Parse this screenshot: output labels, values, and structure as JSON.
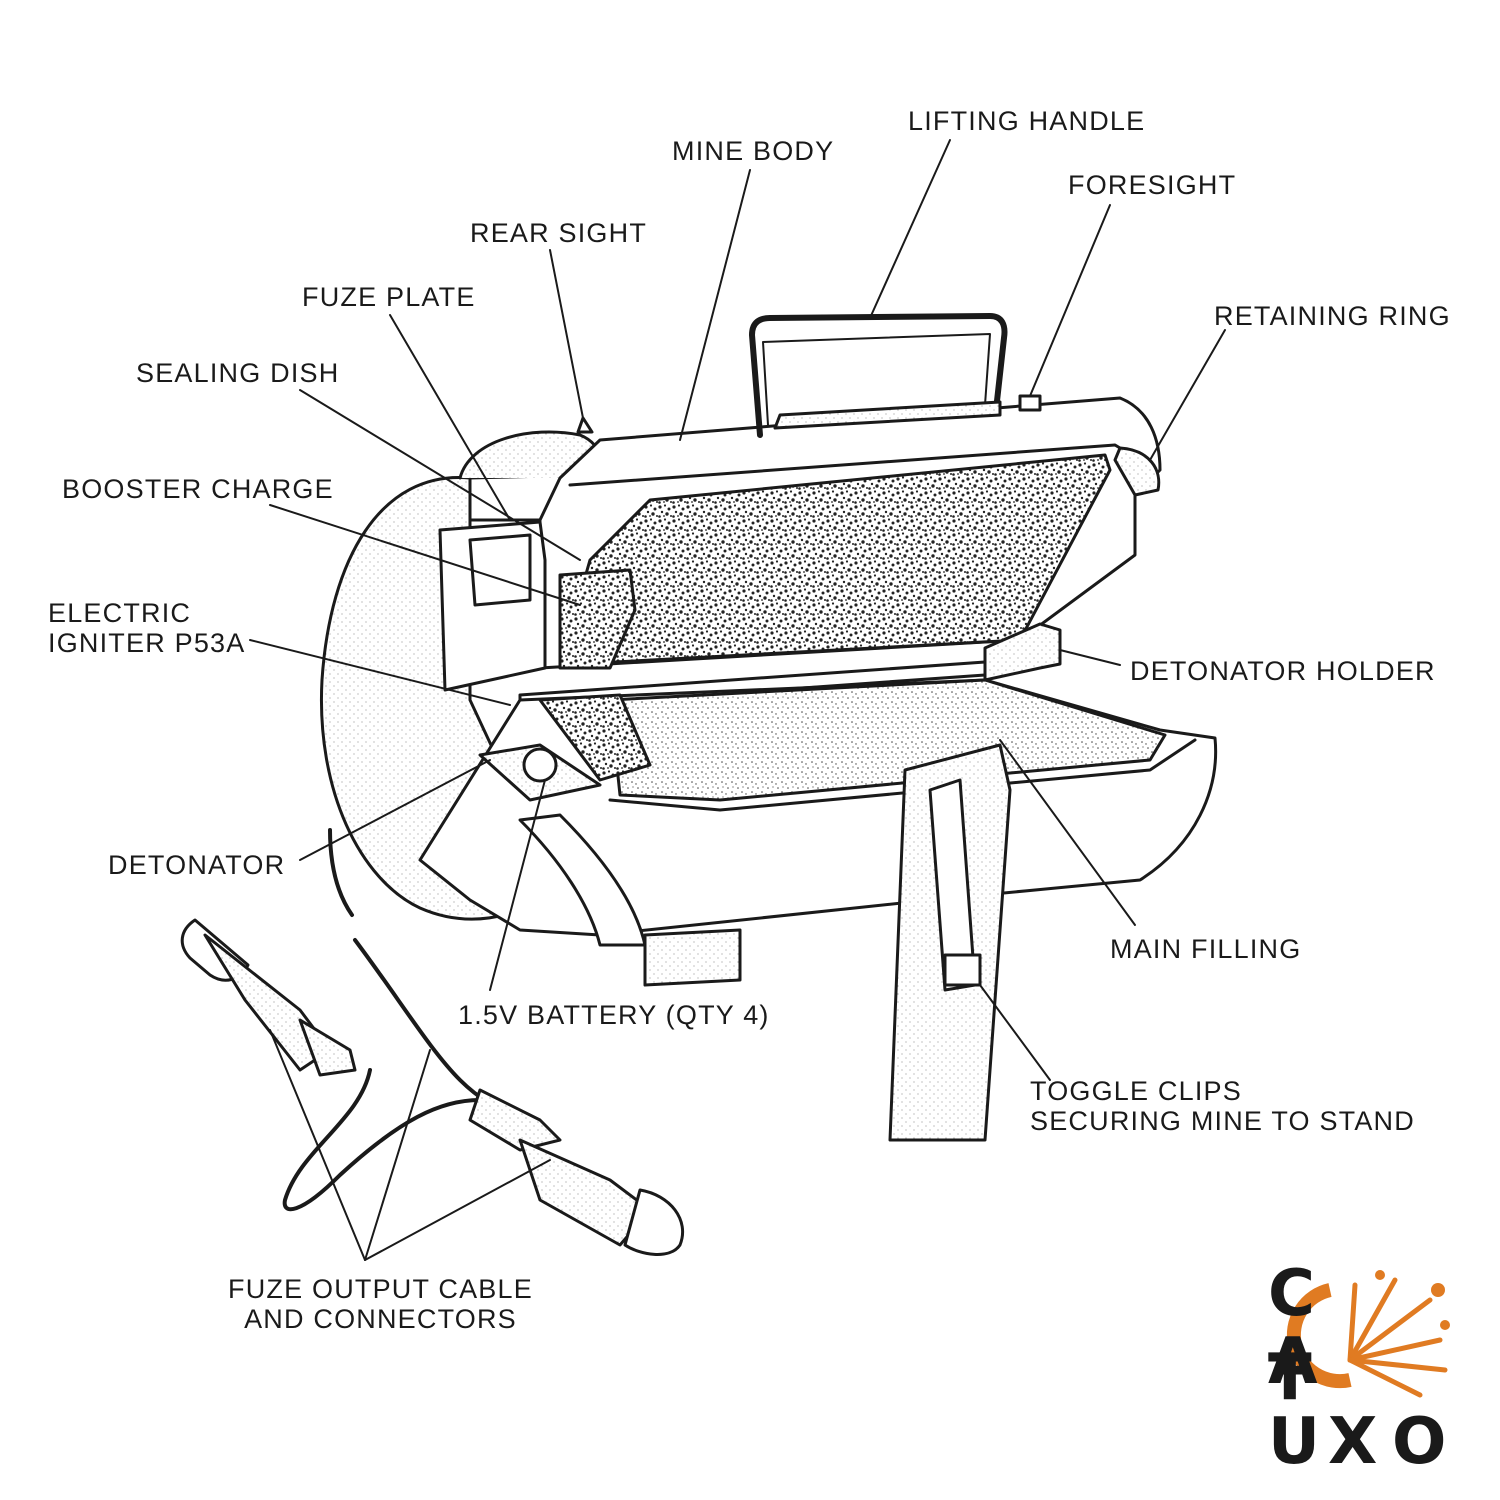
{
  "labels": {
    "lifting_handle": "LIFTING HANDLE",
    "mine_body": "MINE BODY",
    "foresight": "FORESIGHT",
    "rear_sight": "REAR SIGHT",
    "fuze_plate": "FUZE PLATE",
    "retaining_ring": "RETAINING RING",
    "sealing_dish": "SEALING DISH",
    "booster_charge": "BOOSTER CHARGE",
    "electric_igniter": [
      "ELECTRIC",
      "IGNITER P53A"
    ],
    "detonator_holder": "DETONATOR HOLDER",
    "detonator": "DETONATOR",
    "main_filling": "MAIN FILLING",
    "battery": "1.5V BATTERY (QTY 4)",
    "toggle_clips": [
      "TOGGLE CLIPS",
      "SECURING MINE TO STAND"
    ],
    "fuze_output": [
      "FUZE OUTPUT CABLE",
      "AND CONNECTORS"
    ]
  },
  "logo": {
    "letters": [
      "C",
      "A",
      "T",
      "U",
      "X",
      "O"
    ],
    "accent_color": "#e07b22"
  },
  "colors": {
    "ink": "#1a1a1a",
    "background": "#ffffff"
  }
}
